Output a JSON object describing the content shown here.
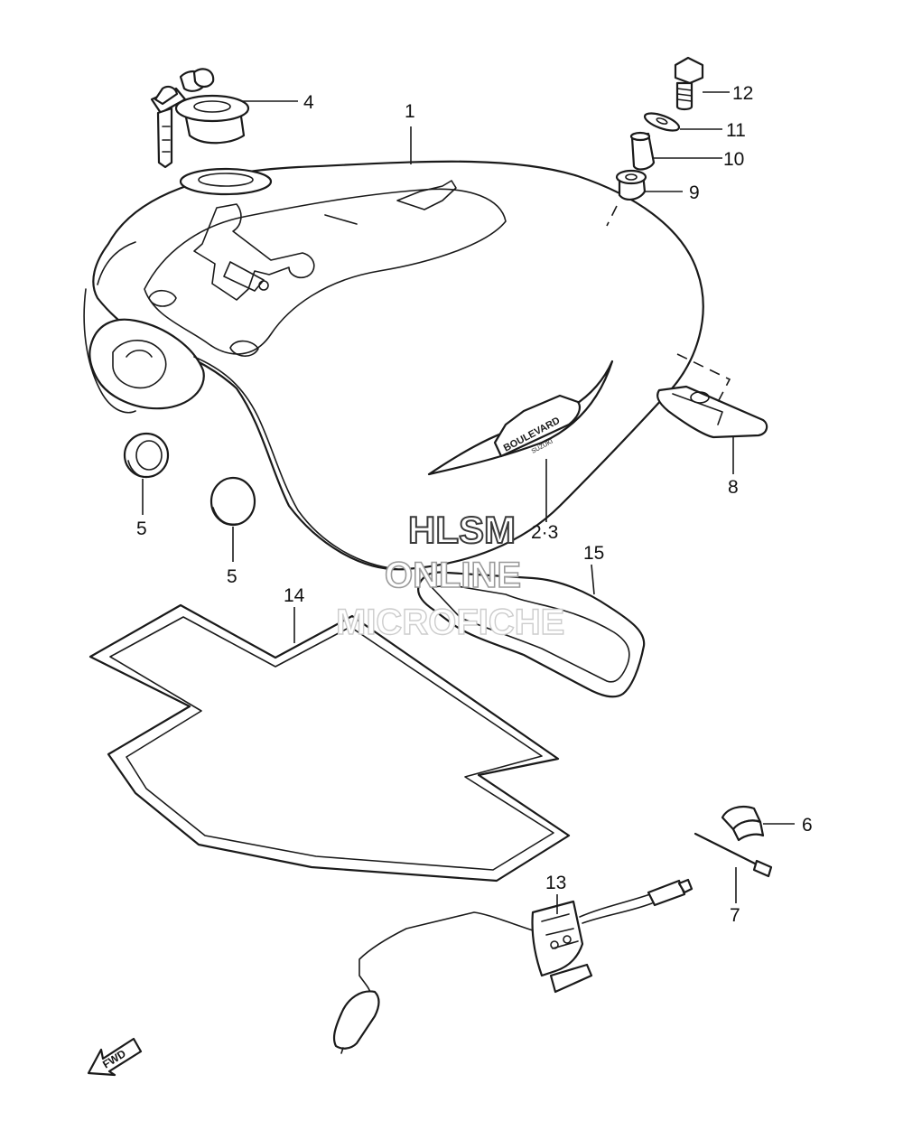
{
  "diagram": {
    "callouts": {
      "c1": "1",
      "c23": "2·3",
      "c4": "4",
      "c5a": "5",
      "c5b": "5",
      "c6": "6",
      "c7": "7",
      "c8": "8",
      "c9": "9",
      "c10": "10",
      "c11": "11",
      "c12": "12",
      "c13": "13",
      "c14": "14",
      "c15": "15"
    },
    "emblem_text": "BOULEVARD",
    "emblem_subtext": "SUZUKI",
    "direction_arrow": "FWD"
  },
  "watermark": {
    "line1": "HLSM",
    "line2": "ONLINE",
    "line3": "MICROFICHE"
  },
  "colors": {
    "line": "#1a1a1a",
    "background": "#ffffff",
    "watermark_dark": "#4a4a4a",
    "watermark_light": "#c8c8c8"
  }
}
